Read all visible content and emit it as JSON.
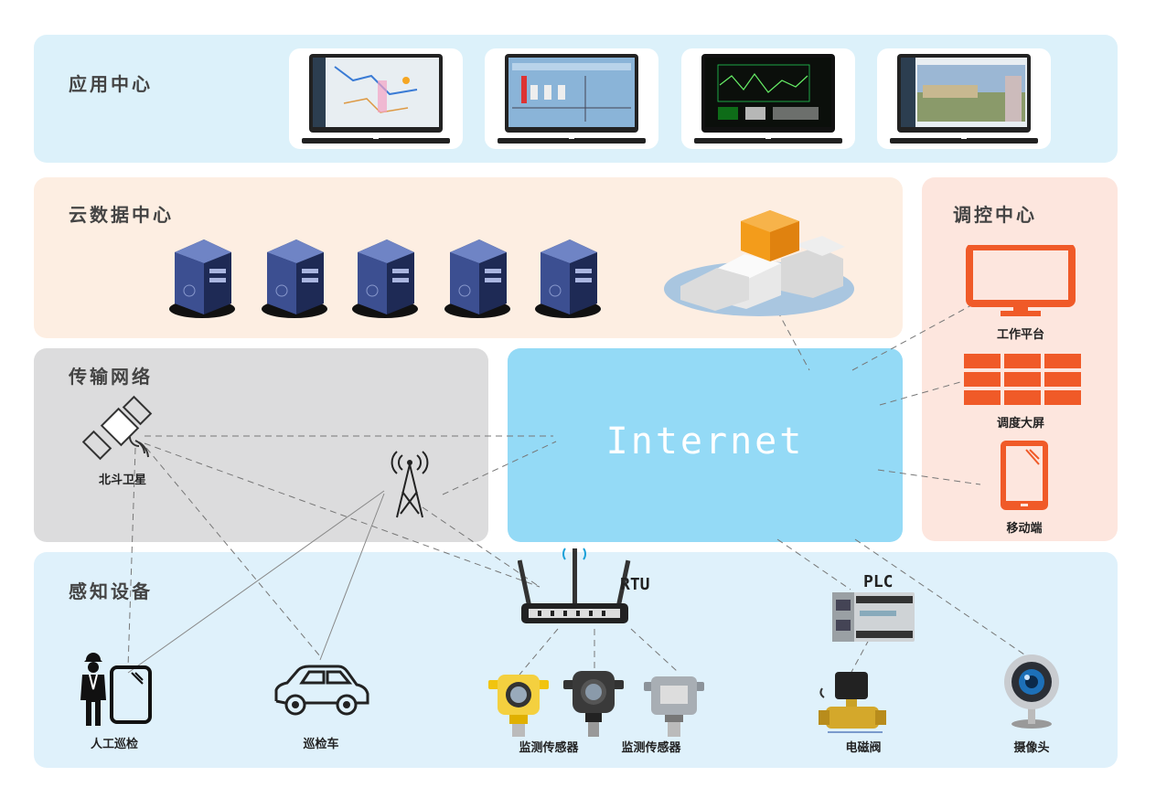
{
  "sections": {
    "app_center": "应用中心",
    "cloud_center": "云数据中心",
    "control_center": "调控中心",
    "transport": "传输网络",
    "sensing": "感知设备"
  },
  "internet": "Internet",
  "control": {
    "workstation": "工作平台",
    "big_screen": "调度大屏",
    "mobile": "移动端"
  },
  "transport_items": {
    "satellite": "北斗卫星"
  },
  "devices": {
    "rtu": "RTU",
    "plc": "PLC",
    "manual_patrol": "人工巡检",
    "patrol_car": "巡检车",
    "sensor_1": "监测传感器",
    "sensor_2": "监测传感器",
    "valve": "电磁阀",
    "camera": "摄像头"
  },
  "colors": {
    "app_bg": "#dcf1fa",
    "cloud_bg": "#fdeee2",
    "control_bg": "#fde6de",
    "transport_bg": "#dcdcdd",
    "sensing_bg": "#dff1fb",
    "internet_bg": "#94daf6",
    "accent_orange": "#f05a28"
  }
}
